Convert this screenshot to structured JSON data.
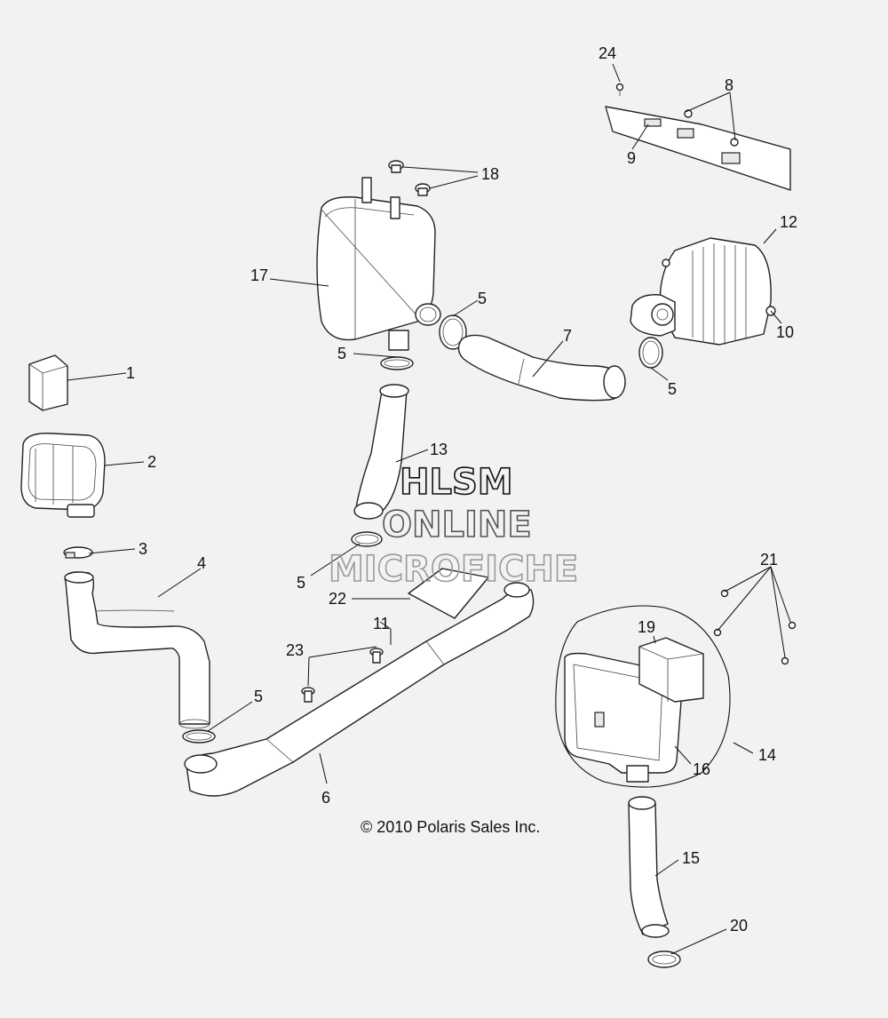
{
  "diagram": {
    "callouts": {
      "c1": "1",
      "c2": "2",
      "c3": "3",
      "c4": "4",
      "c5a": "5",
      "c5b": "5",
      "c5c": "5",
      "c5d": "5",
      "c5e": "5",
      "c6": "6",
      "c7": "7",
      "c8": "8",
      "c9": "9",
      "c10": "10",
      "c11": "11",
      "c12": "12",
      "c13": "13",
      "c14": "14",
      "c15": "15",
      "c16": "16",
      "c17": "17",
      "c18": "18",
      "c19": "19",
      "c20": "20",
      "c21": "21",
      "c22": "22",
      "c23": "23",
      "c24": "24"
    },
    "copyright": "© 2010 Polaris Sales Inc.",
    "watermark": {
      "line1": "HLSM",
      "line2": "ONLINE",
      "line3": "MICROFICHE"
    }
  }
}
